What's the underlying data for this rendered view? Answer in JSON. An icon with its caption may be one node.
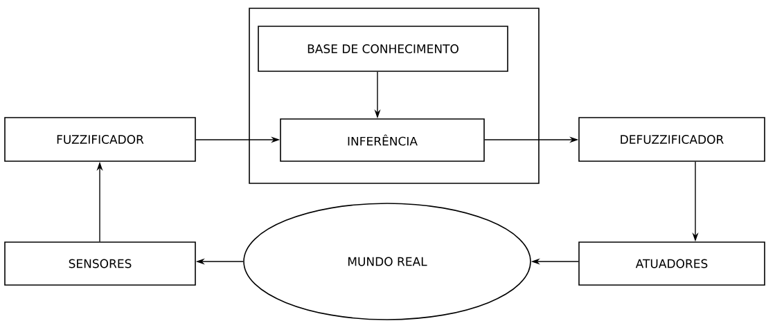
{
  "diagram": {
    "nodes": [
      {
        "text": [],
        "shape": "box"
      },
      {
        "text": [
          "BASE DE CONHECIMENTO"
        ],
        "in": 0
      },
      {
        "text": [
          "FUZZIFICADOR"
        ]
      },
      {
        "text": [
          "INFERÊNCIA"
        ],
        "in": 0
      },
      {
        "text": [
          "DEFUZZIFICADOR"
        ]
      },
      {
        "text": [
          "SENSORES"
        ]
      },
      {
        "text": [
          "MUNDO REAL"
        ]
      },
      {
        "text": [
          "ATUADORES"
        ]
      }
    ],
    "edges": [
      {
        "from": 1,
        "to": 3,
        "arrow": "to"
      },
      {
        "from": 2,
        "to": 3,
        "arrow": "to"
      },
      {
        "from": 3,
        "to": 4,
        "arrow": "to"
      },
      {
        "from": 4,
        "to": 7,
        "arrow": "to"
      },
      {
        "from": 7,
        "to": 6,
        "arrow": "to"
      },
      {
        "from": 6,
        "to": 5,
        "arrow": "to"
      },
      {
        "from": 5,
        "to": 2,
        "arrow": "to"
      }
    ]
  }
}
